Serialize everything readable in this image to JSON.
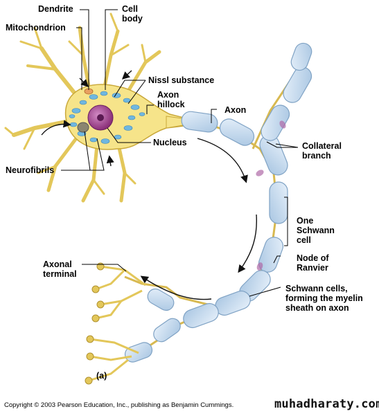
{
  "labels": {
    "dendrite": "Dendrite",
    "mitochondrion": "Mitochondrion",
    "cell_body": "Cell\nbody",
    "nissl": "Nissl substance",
    "axon_hillock": "Axon\nhillock",
    "axon": "Axon",
    "nucleus": "Nucleus",
    "collateral": "Collateral\nbranch",
    "neurofibrils": "Neurofibrils",
    "schwann_cell": "One\nSchwann\ncell",
    "node": "Node of\nRanvier",
    "axonal_terminal": "Axonal\nterminal",
    "schwann_sheath": "Schwann cells,\nforming the myelin\nsheath on axon",
    "panel": "(a)"
  },
  "footer": {
    "copyright": "Copyright © 2003 Pearson Education, Inc., publishing as Benjamin Cummings.",
    "watermark": "muhadharaty.com"
  },
  "colors": {
    "dendrite_fill": "#f6e48a",
    "dendrite_stroke": "#c9a83a",
    "myelin_fill": "#c9def0",
    "myelin_stroke": "#7fa2c4",
    "nissl": "#6fb7e0",
    "nucleus": "#9a3f86",
    "arrow": "#111111"
  }
}
